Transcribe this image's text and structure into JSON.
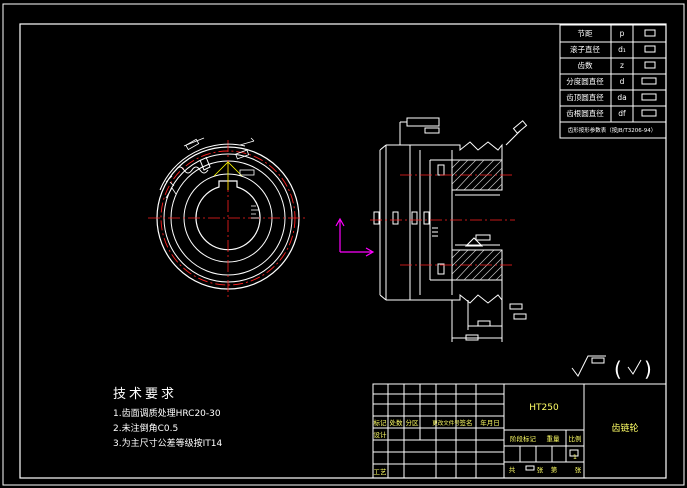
{
  "colors": {
    "background": "#000000",
    "line": "#ffffff",
    "centerline": "#ff2020",
    "hatch": "#c8c8c8",
    "dimension": "#ffff00",
    "text_yellow": "#ffff66",
    "ucs": "#ff00ff"
  },
  "param_table": {
    "rows": [
      {
        "name": "节距",
        "symbol": "p"
      },
      {
        "name": "滚子直径",
        "symbol": "d₁"
      },
      {
        "name": "齿数",
        "symbol": "z"
      },
      {
        "name": "分度圆直径",
        "symbol": "d"
      },
      {
        "name": "齿顶圆直径",
        "symbol": "da"
      },
      {
        "name": "齿根圆直径",
        "symbol": "df"
      }
    ],
    "footer": "齿形按形参数表（按JB/T3206-94）"
  },
  "tech_requirements": {
    "title": "技术要求",
    "items": [
      "1.齿面调质处理HRC20-30",
      "2.未注倒角C0.5",
      "3.为主尺寸公差等级按IT14"
    ]
  },
  "roughness": {
    "open_paren": "(",
    "close_paren": ")"
  },
  "title_block": {
    "material": "HT250",
    "drawing_name": "齿链轮",
    "row_labels": [
      "标记",
      "处数",
      "分区",
      "更改文件号",
      "签名",
      "年月日"
    ],
    "stage_labels": [
      "阶段标记",
      "重量",
      "比例"
    ],
    "ratio": "1",
    "design_label": "设计",
    "craft_label": "工艺",
    "sheet_labels": [
      "共",
      "张",
      "第",
      "张"
    ]
  }
}
